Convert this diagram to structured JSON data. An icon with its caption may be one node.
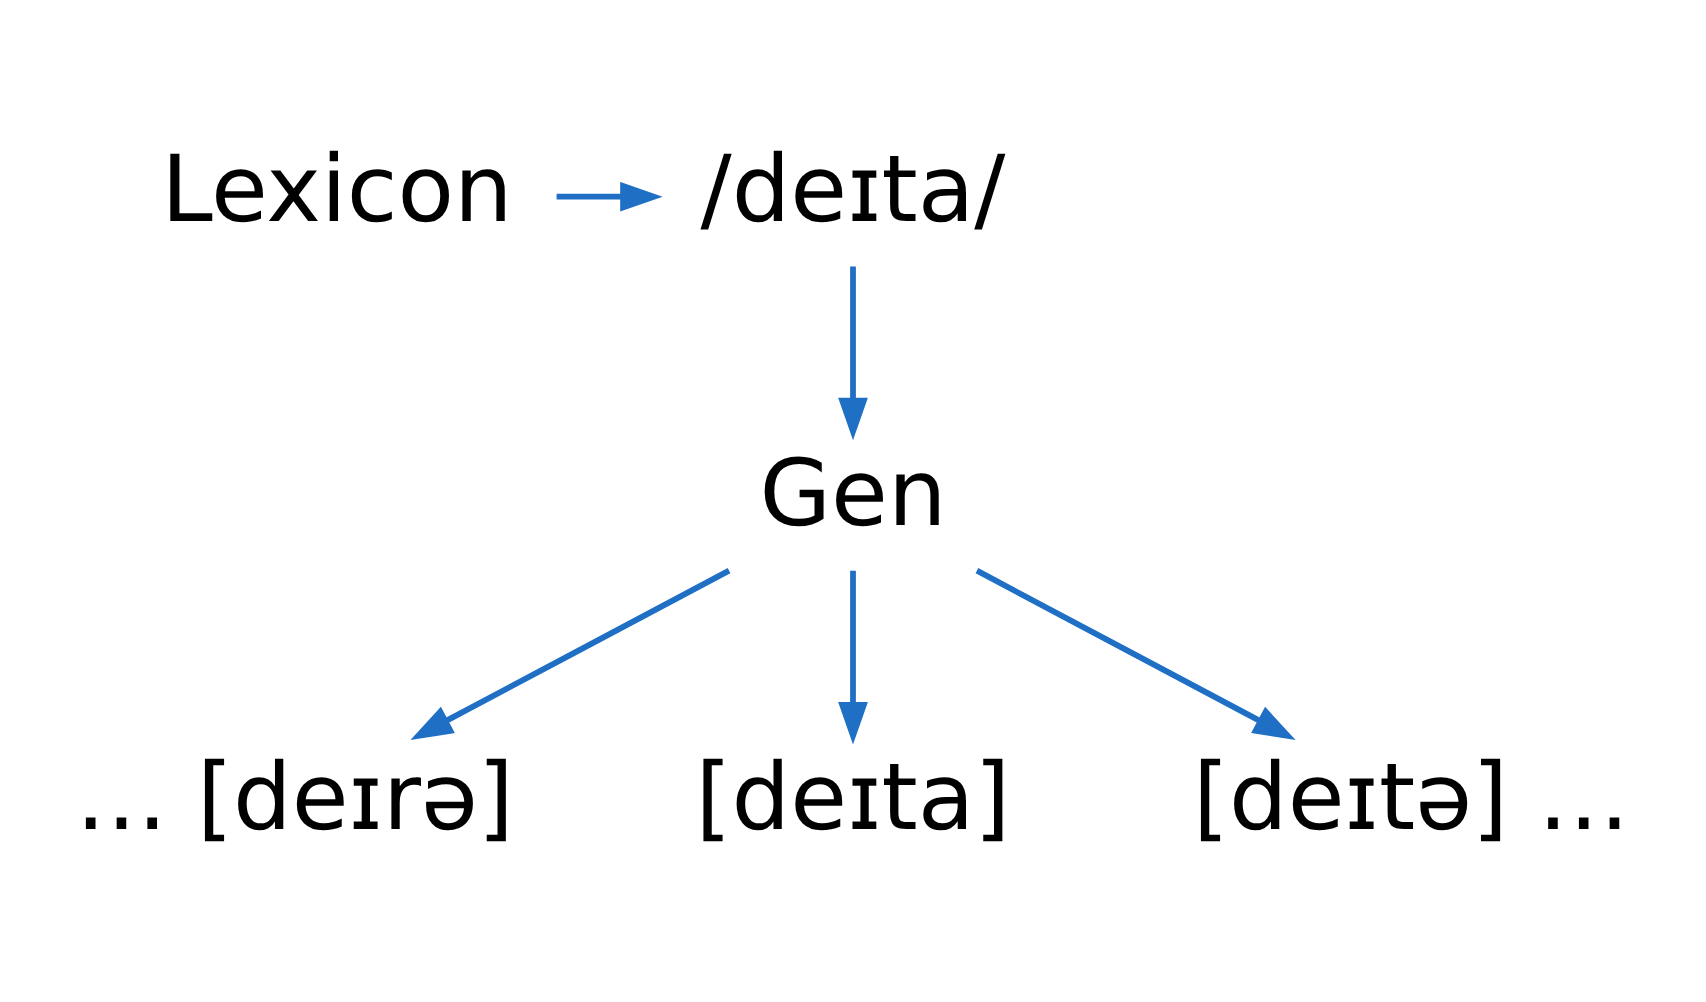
{
  "diagram": {
    "nodes": [
      {
        "text": [
          "Lexicon"
        ]
      },
      {
        "text": [
          "/deɪta/"
        ]
      },
      {
        "text": [
          "Gen"
        ]
      },
      {
        "text": [
          "… [deɪrə]"
        ]
      },
      {
        "text": [
          "[deɪta]"
        ]
      },
      {
        "text": [
          "[deɪtə] …"
        ]
      }
    ],
    "edges": [
      {
        "from": 0,
        "to": 1,
        "arrow": "to"
      },
      {
        "from": 1,
        "to": 2,
        "arrow": "to"
      },
      {
        "from": 2,
        "to": 3,
        "arrow": "to"
      },
      {
        "from": 2,
        "to": 4,
        "arrow": "to"
      },
      {
        "from": 2,
        "to": 5,
        "arrow": "to"
      }
    ]
  }
}
